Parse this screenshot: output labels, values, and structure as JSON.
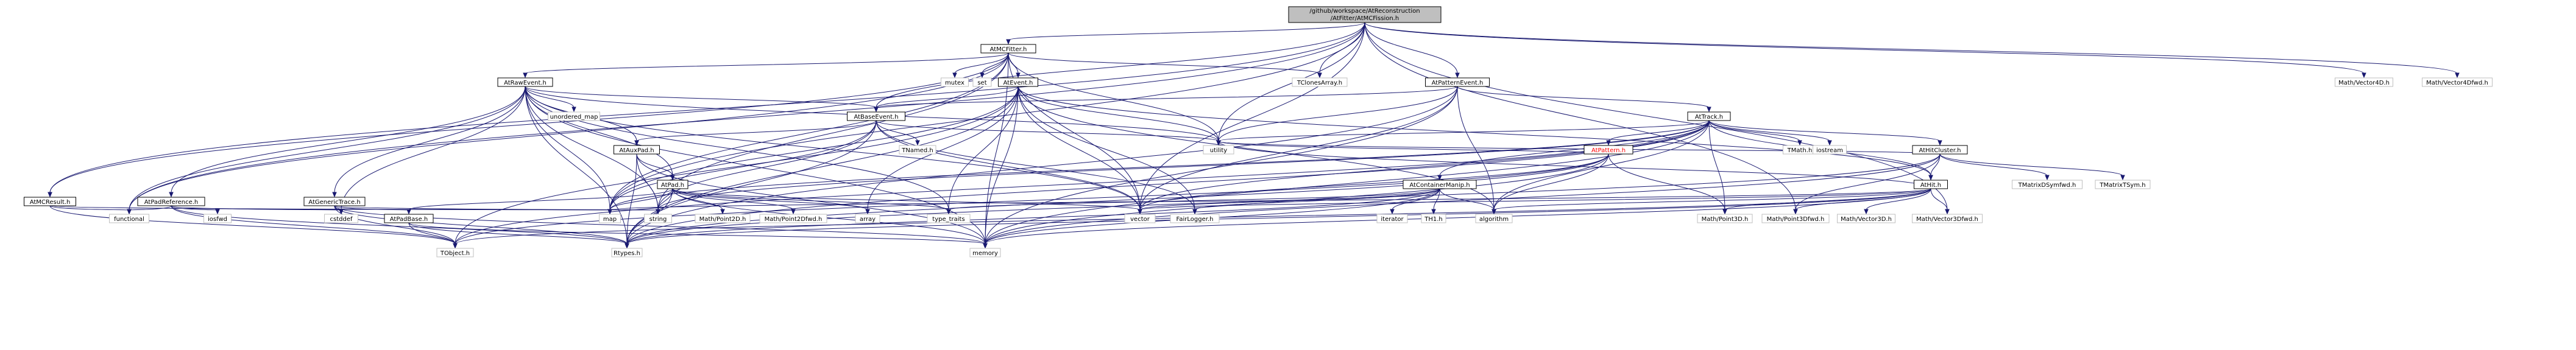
{
  "diagram": {
    "colors": {
      "edge": "#191970",
      "root_fill": "#bfbfbf",
      "highlight_text": "#ff0000"
    },
    "nodes": [
      {
        "id": "root",
        "lines": [
          "/github/workspace/AtReconstruction",
          "/AtFitter/AtMCFission.h"
        ],
        "kind": "root"
      },
      {
        "id": "mcfitter",
        "lines": [
          "AtMCFitter.h"
        ],
        "kind": "doc"
      },
      {
        "id": "mcresult",
        "lines": [
          "AtMCResult.h"
        ],
        "kind": "doc"
      },
      {
        "id": "rawevent",
        "lines": [
          "AtRawEvent.h"
        ],
        "kind": "doc"
      },
      {
        "id": "mutex",
        "lines": [
          "mutex"
        ],
        "kind": "ext"
      },
      {
        "id": "set",
        "lines": [
          "set"
        ],
        "kind": "ext"
      },
      {
        "id": "event",
        "lines": [
          "AtEvent.h"
        ],
        "kind": "doc"
      },
      {
        "id": "tclonesarray",
        "lines": [
          "TClonesArray.h"
        ],
        "kind": "ext"
      },
      {
        "id": "patternevent",
        "lines": [
          "AtPatternEvent.h"
        ],
        "kind": "doc"
      },
      {
        "id": "vector4d",
        "lines": [
          "Math/Vector4D.h"
        ],
        "kind": "ext"
      },
      {
        "id": "vector4dfwd",
        "lines": [
          "Math/Vector4Dfwd.h"
        ],
        "kind": "ext"
      },
      {
        "id": "unordered_map",
        "lines": [
          "unordered_map"
        ],
        "kind": "ext"
      },
      {
        "id": "baseevent",
        "lines": [
          "AtBaseEvent.h"
        ],
        "kind": "doc"
      },
      {
        "id": "track",
        "lines": [
          "AtTrack.h"
        ],
        "kind": "doc"
      },
      {
        "id": "padreference",
        "lines": [
          "AtPadReference.h"
        ],
        "kind": "doc"
      },
      {
        "id": "generictrace",
        "lines": [
          "AtGenericTrace.h"
        ],
        "kind": "doc"
      },
      {
        "id": "auxpad",
        "lines": [
          "AtAuxPad.h"
        ],
        "kind": "doc"
      },
      {
        "id": "tnamed",
        "lines": [
          "TNamed.h"
        ],
        "kind": "ext"
      },
      {
        "id": "pattern",
        "lines": [
          "AtPattern.h"
        ],
        "kind": "doc",
        "red": true
      },
      {
        "id": "tmath",
        "lines": [
          "TMath.h"
        ],
        "kind": "ext"
      },
      {
        "id": "iostream",
        "lines": [
          "iostream"
        ],
        "kind": "ext"
      },
      {
        "id": "hitcluster",
        "lines": [
          "AtHitCluster.h"
        ],
        "kind": "doc"
      },
      {
        "id": "pad",
        "lines": [
          "AtPad.h"
        ],
        "kind": "doc"
      },
      {
        "id": "containermanip",
        "lines": [
          "AtContainerManip.h"
        ],
        "kind": "doc"
      },
      {
        "id": "hit",
        "lines": [
          "AtHit.h"
        ],
        "kind": "doc"
      },
      {
        "id": "tmatrixdsymfwd",
        "lines": [
          "TMatrixDSymfwd.h"
        ],
        "kind": "ext"
      },
      {
        "id": "tmatrixtsym",
        "lines": [
          "TMatrixTSym.h"
        ],
        "kind": "ext"
      },
      {
        "id": "utility",
        "lines": [
          "utility"
        ],
        "kind": "ext"
      },
      {
        "id": "map",
        "lines": [
          "map"
        ],
        "kind": "ext"
      },
      {
        "id": "string",
        "lines": [
          "string"
        ],
        "kind": "ext"
      },
      {
        "id": "point2d",
        "lines": [
          "Math/Point2D.h"
        ],
        "kind": "ext"
      },
      {
        "id": "point2dfwd",
        "lines": [
          "Math/Point2Dfwd.h"
        ],
        "kind": "ext"
      },
      {
        "id": "array",
        "lines": [
          "array"
        ],
        "kind": "ext"
      },
      {
        "id": "type_traits",
        "lines": [
          "type_traits"
        ],
        "kind": "ext"
      },
      {
        "id": "vector",
        "lines": [
          "vector"
        ],
        "kind": "ext"
      },
      {
        "id": "fairlogger",
        "lines": [
          "FairLogger.h"
        ],
        "kind": "ext"
      },
      {
        "id": "iterator",
        "lines": [
          "iterator"
        ],
        "kind": "ext"
      },
      {
        "id": "tiiih",
        "lines": [
          "TH1.h"
        ],
        "kind": "ext"
      },
      {
        "id": "algorithm",
        "lines": [
          "algorithm"
        ],
        "kind": "ext"
      },
      {
        "id": "point3d",
        "lines": [
          "Math/Point3D.h"
        ],
        "kind": "ext"
      },
      {
        "id": "point3dfwd",
        "lines": [
          "Math/Point3Dfwd.h"
        ],
        "kind": "ext"
      },
      {
        "id": "vector3d",
        "lines": [
          "Math/Vector3D.h"
        ],
        "kind": "ext"
      },
      {
        "id": "vector3dfwd",
        "lines": [
          "Math/Vector3Dfwd.h"
        ],
        "kind": "ext"
      },
      {
        "id": "functional",
        "lines": [
          "functional"
        ],
        "kind": "ext"
      },
      {
        "id": "iosfwd",
        "lines": [
          "iosfwd"
        ],
        "kind": "ext"
      },
      {
        "id": "cstddef",
        "lines": [
          "cstddef"
        ],
        "kind": "ext"
      },
      {
        "id": "padbase",
        "lines": [
          "AtPadBase.h"
        ],
        "kind": "doc"
      },
      {
        "id": "tobject",
        "lines": [
          "TObject.h"
        ],
        "kind": "ext"
      },
      {
        "id": "rtypes",
        "lines": [
          "Rtypes.h"
        ],
        "kind": "ext"
      },
      {
        "id": "memory",
        "lines": [
          "memory"
        ],
        "kind": "ext"
      }
    ],
    "edges": [
      [
        "root",
        "mcfitter"
      ],
      [
        "root",
        "mcresult"
      ],
      [
        "root",
        "tclonesarray"
      ],
      [
        "root",
        "patternevent"
      ],
      [
        "root",
        "vector4d"
      ],
      [
        "root",
        "vector4dfwd"
      ],
      [
        "root",
        "baseevent"
      ],
      [
        "root",
        "utility"
      ],
      [
        "root",
        "vector"
      ],
      [
        "root",
        "map"
      ],
      [
        "root",
        "functional"
      ],
      [
        "root",
        "point3dfwd"
      ],
      [
        "root",
        "vector3dfwd"
      ],
      [
        "mcfitter",
        "mcresult"
      ],
      [
        "mcfitter",
        "rawevent"
      ],
      [
        "mcfitter",
        "mutex"
      ],
      [
        "mcfitter",
        "set"
      ],
      [
        "mcfitter",
        "event"
      ],
      [
        "mcfitter",
        "tclonesarray"
      ],
      [
        "mcfitter",
        "functional"
      ],
      [
        "mcfitter",
        "string"
      ],
      [
        "mcfitter",
        "utility"
      ],
      [
        "mcfitter",
        "vector"
      ],
      [
        "mcfitter",
        "memory"
      ],
      [
        "mcfitter",
        "map"
      ],
      [
        "mcresult",
        "map"
      ],
      [
        "mcresult",
        "string"
      ],
      [
        "mcresult",
        "functional"
      ],
      [
        "mcresult",
        "tobject"
      ],
      [
        "rawevent",
        "unordered_map"
      ],
      [
        "rawevent",
        "baseevent"
      ],
      [
        "rawevent",
        "padreference"
      ],
      [
        "rawevent",
        "generictrace"
      ],
      [
        "rawevent",
        "auxpad"
      ],
      [
        "rawevent",
        "pad"
      ],
      [
        "rawevent",
        "map"
      ],
      [
        "rawevent",
        "string"
      ],
      [
        "rawevent",
        "vector"
      ],
      [
        "rawevent",
        "memory"
      ],
      [
        "rawevent",
        "utility"
      ],
      [
        "rawevent",
        "functional"
      ],
      [
        "rawevent",
        "cstddef"
      ],
      [
        "rawevent",
        "type_traits"
      ],
      [
        "rawevent",
        "rtypes"
      ],
      [
        "event",
        "baseevent"
      ],
      [
        "event",
        "hit"
      ],
      [
        "event",
        "utility"
      ],
      [
        "event",
        "vector"
      ],
      [
        "event",
        "memory"
      ],
      [
        "event",
        "rtypes"
      ],
      [
        "event",
        "tobject"
      ],
      [
        "event",
        "array"
      ],
      [
        "event",
        "map"
      ],
      [
        "event",
        "type_traits"
      ],
      [
        "event",
        "algorithm"
      ],
      [
        "event",
        "fairlogger"
      ],
      [
        "patternevent",
        "baseevent"
      ],
      [
        "patternevent",
        "track"
      ],
      [
        "patternevent",
        "vector"
      ],
      [
        "patternevent",
        "utility"
      ],
      [
        "patternevent",
        "algorithm"
      ],
      [
        "patternevent",
        "rtypes"
      ],
      [
        "patternevent",
        "memory"
      ],
      [
        "baseevent",
        "tnamed"
      ],
      [
        "baseevent",
        "utility"
      ],
      [
        "baseevent",
        "string"
      ],
      [
        "baseevent",
        "map"
      ],
      [
        "baseevent",
        "rtypes"
      ],
      [
        "baseevent",
        "vector"
      ],
      [
        "baseevent",
        "fairlogger"
      ],
      [
        "baseevent",
        "auxpad"
      ],
      [
        "track",
        "pattern"
      ],
      [
        "track",
        "hitcluster"
      ],
      [
        "track",
        "hit"
      ],
      [
        "track",
        "containermanip"
      ],
      [
        "track",
        "tmath"
      ],
      [
        "track",
        "iostream"
      ],
      [
        "track",
        "utility"
      ],
      [
        "track",
        "vector"
      ],
      [
        "track",
        "algorithm"
      ],
      [
        "track",
        "rtypes"
      ],
      [
        "track",
        "memory"
      ],
      [
        "track",
        "point3d"
      ],
      [
        "track",
        "tobject"
      ],
      [
        "track",
        "string"
      ],
      [
        "track",
        "map"
      ],
      [
        "padreference",
        "functional"
      ],
      [
        "padreference",
        "iosfwd"
      ],
      [
        "padreference",
        "cstddef"
      ],
      [
        "padreference",
        "rtypes"
      ],
      [
        "padreference",
        "tobject"
      ],
      [
        "generictrace",
        "padbase"
      ],
      [
        "generictrace",
        "cstddef"
      ],
      [
        "generictrace",
        "string"
      ],
      [
        "generictrace",
        "tobject"
      ],
      [
        "generictrace",
        "rtypes"
      ],
      [
        "generictrace",
        "memory"
      ],
      [
        "auxpad",
        "pad"
      ],
      [
        "auxpad",
        "string"
      ],
      [
        "auxpad",
        "rtypes"
      ],
      [
        "auxpad",
        "memory"
      ],
      [
        "pattern",
        "point3d"
      ],
      [
        "pattern",
        "vector"
      ],
      [
        "pattern",
        "memory"
      ],
      [
        "pattern",
        "rtypes"
      ],
      [
        "pattern",
        "utility"
      ],
      [
        "pattern",
        "algorithm"
      ],
      [
        "pattern",
        "tobject"
      ],
      [
        "hitcluster",
        "hit"
      ],
      [
        "hitcluster",
        "tmatrixdsymfwd"
      ],
      [
        "hitcluster",
        "tmatrixtsym"
      ],
      [
        "hitcluster",
        "rtypes"
      ],
      [
        "hitcluster",
        "point3dfwd"
      ],
      [
        "hitcluster",
        "utility"
      ],
      [
        "hitcluster",
        "memory"
      ],
      [
        "pad",
        "padbase"
      ],
      [
        "pad",
        "array"
      ],
      [
        "pad",
        "map"
      ],
      [
        "pad",
        "memory"
      ],
      [
        "pad",
        "point2d"
      ],
      [
        "pad",
        "point2dfwd"
      ],
      [
        "pad",
        "type_traits"
      ],
      [
        "pad",
        "string"
      ],
      [
        "pad",
        "rtypes"
      ],
      [
        "pad",
        "vector"
      ],
      [
        "containermanip",
        "vector"
      ],
      [
        "containermanip",
        "iterator"
      ],
      [
        "containermanip",
        "tiiih"
      ],
      [
        "containermanip",
        "algorithm"
      ],
      [
        "containermanip",
        "memory"
      ],
      [
        "containermanip",
        "type_traits"
      ],
      [
        "containermanip",
        "fairlogger"
      ],
      [
        "containermanip",
        "rtypes"
      ],
      [
        "hit",
        "point3d"
      ],
      [
        "hit",
        "point3dfwd"
      ],
      [
        "hit",
        "vector3d"
      ],
      [
        "hit",
        "vector3dfwd"
      ],
      [
        "hit",
        "algorithm"
      ],
      [
        "hit",
        "vector"
      ],
      [
        "hit",
        "memory"
      ],
      [
        "hit",
        "rtypes"
      ],
      [
        "hit",
        "tobject"
      ],
      [
        "hit",
        "map"
      ],
      [
        "hit",
        "utility"
      ],
      [
        "padbase",
        "tobject"
      ],
      [
        "padbase",
        "rtypes"
      ],
      [
        "padbase",
        "memory"
      ]
    ]
  }
}
